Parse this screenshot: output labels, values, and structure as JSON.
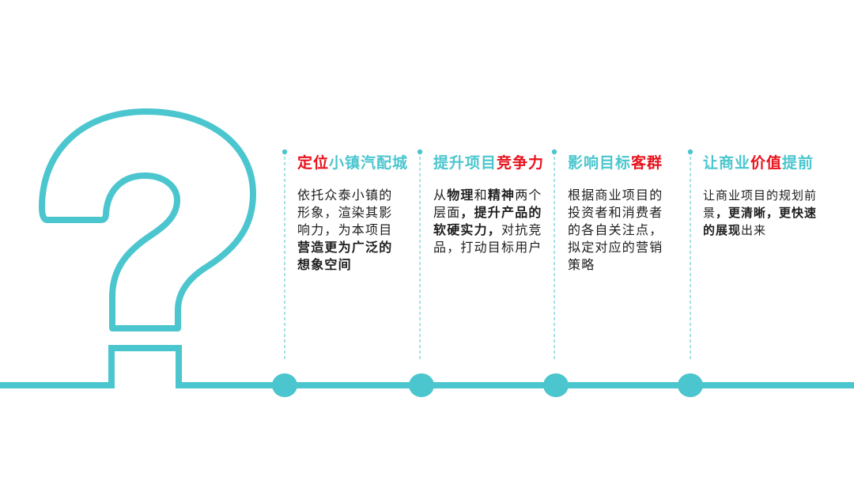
{
  "colors": {
    "accent_teal": "#4BC6CE",
    "accent_red": "#E8121C",
    "body_text": "#1E1E1E",
    "background": "#FFFFFF"
  },
  "graphic": {
    "icon": "question-mark-outline",
    "timeline_nodes": 4
  },
  "columns": [
    {
      "title": [
        {
          "text": "定位",
          "color": "red"
        },
        {
          "text": "小镇汽配城",
          "color": "teal"
        }
      ],
      "body_lines": [
        [
          {
            "text": "依托众泰小镇的",
            "bold": false
          }
        ],
        [
          {
            "text": "形象，渲染其影",
            "bold": false
          }
        ],
        [
          {
            "text": "响力，为本项目",
            "bold": false
          }
        ],
        [
          {
            "text": "营造更为广泛的",
            "bold": true
          }
        ],
        [
          {
            "text": "想象空间",
            "bold": true
          }
        ]
      ]
    },
    {
      "title": [
        {
          "text": "提升项目",
          "color": "teal"
        },
        {
          "text": "竞争力",
          "color": "red"
        }
      ],
      "body_lines": [
        [
          {
            "text": "从",
            "bold": false
          },
          {
            "text": "物理",
            "bold": true
          },
          {
            "text": "和",
            "bold": false
          },
          {
            "text": "精神",
            "bold": true
          },
          {
            "text": "两个",
            "bold": false
          }
        ],
        [
          {
            "text": "层面",
            "bold": false
          },
          {
            "text": "，提升产品的",
            "bold": true
          }
        ],
        [
          {
            "text": "软硬实力，",
            "bold": true
          },
          {
            "text": "对抗竞",
            "bold": false
          }
        ],
        [
          {
            "text": "品，打动目标用户",
            "bold": false
          }
        ]
      ]
    },
    {
      "title": [
        {
          "text": "影响目标",
          "color": "teal"
        },
        {
          "text": "客群",
          "color": "red"
        }
      ],
      "body_lines": [
        [
          {
            "text": "根据商业项目的",
            "bold": false
          }
        ],
        [
          {
            "text": "投资者和消费者",
            "bold": false
          }
        ],
        [
          {
            "text": "的各自关注点，",
            "bold": false
          }
        ],
        [
          {
            "text": "拟定对应的营销",
            "bold": false
          }
        ],
        [
          {
            "text": "策略",
            "bold": false
          }
        ]
      ]
    },
    {
      "title": [
        {
          "text": "让商业",
          "color": "teal"
        },
        {
          "text": "价值",
          "color": "red"
        },
        {
          "text": "提前",
          "color": "teal"
        }
      ],
      "body_lines": [
        [
          {
            "text": "让商业项目的规划前",
            "bold": false
          }
        ],
        [
          {
            "text": "景",
            "bold": false
          },
          {
            "text": "，更清晰，更快速",
            "bold": true
          }
        ],
        [
          {
            "text": "的展现",
            "bold": true
          },
          {
            "text": "出来",
            "bold": false
          }
        ]
      ]
    }
  ]
}
